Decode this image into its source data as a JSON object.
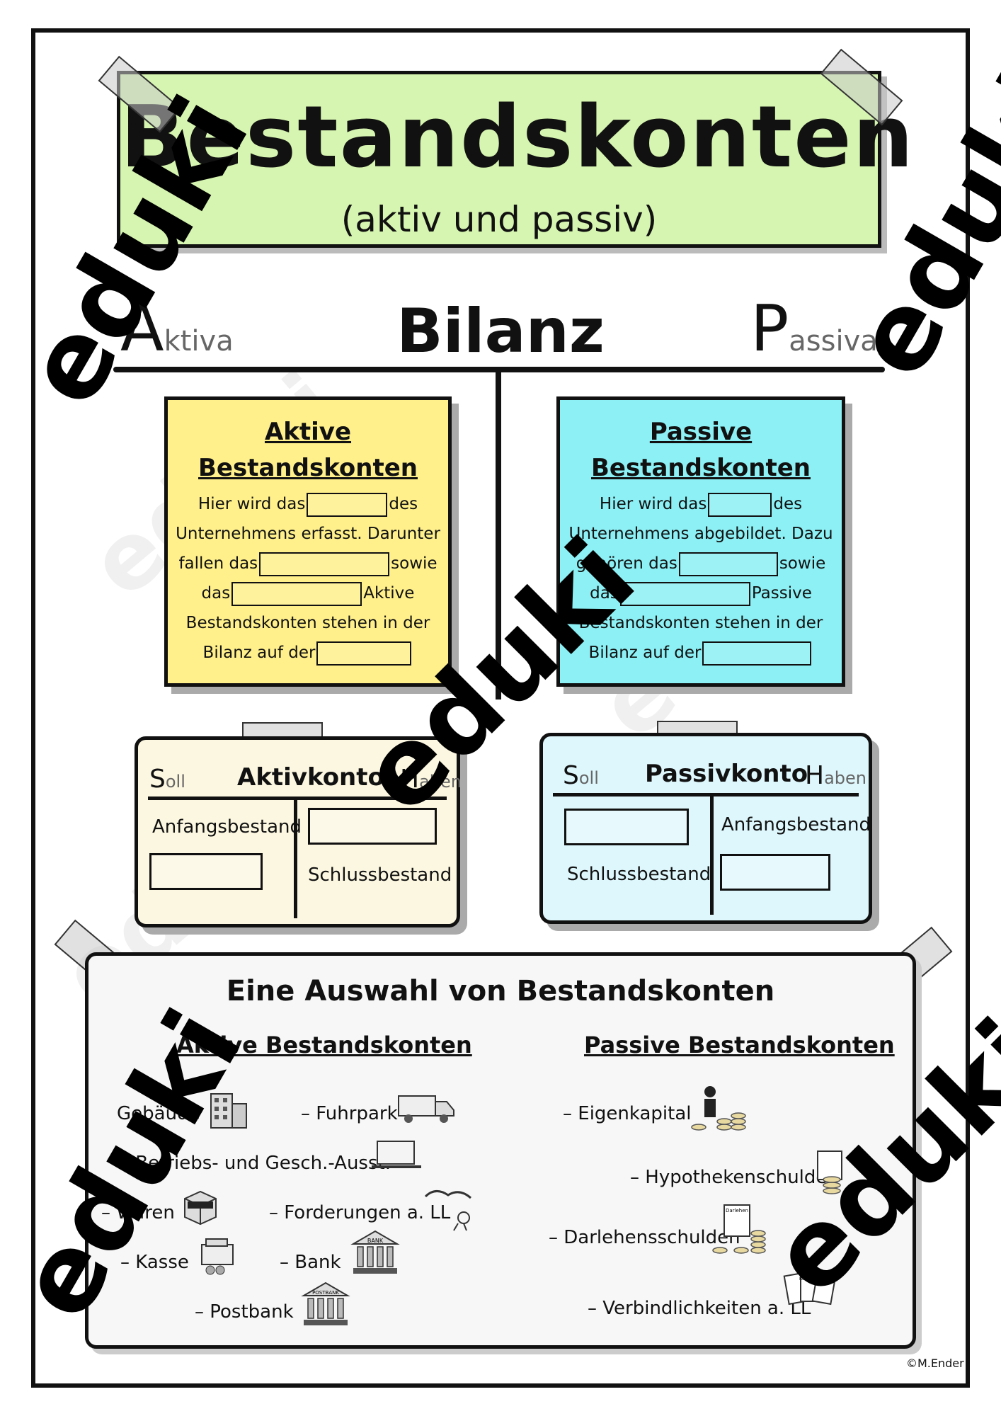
{
  "title": {
    "main": "Bestandskonten",
    "sub": "(aktiv und passiv)"
  },
  "bilanz": {
    "title": "Bilanz",
    "aktiva_big": "A",
    "aktiva_small": "ktiva",
    "passiva_big": "P",
    "passiva_small": "assiva"
  },
  "note_active": {
    "head_line1": "Aktive",
    "head_line2": "Bestandskonten",
    "line1_a": "Hier wird das",
    "line1_b": "des",
    "line2": "Unternehmens erfasst. Darunter",
    "line3_a": "fallen das",
    "line3_b": "sowie",
    "line4_a": "das",
    "line4_b": "Aktive",
    "line5": "Bestandskonten stehen in der",
    "line6": "Bilanz auf der"
  },
  "note_passive": {
    "head_line1": "Passive",
    "head_line2": "Bestandskonten",
    "line1_a": "Hier wird das",
    "line1_b": "des",
    "line2": "Unternehmens abgebildet. Dazu",
    "line3_a": "gehören das",
    "line3_b": "sowie",
    "line4_a": "das",
    "line4_b": "Passive",
    "line5": "Bestandskonten stehen in der",
    "line6": "Bilanz auf der"
  },
  "t_active": {
    "soll_big": "S",
    "soll_small": "oll",
    "title": "Aktivkonto",
    "haben_big": "H",
    "haben_small": "aben",
    "left_label": "Anfangsbestand",
    "right_label": "Schlussbestand"
  },
  "t_passive": {
    "soll_big": "S",
    "soll_small": "oll",
    "title": "Passivkonto",
    "haben_big": "H",
    "haben_small": "aben",
    "left_label": "Schlussbestand",
    "right_label": "Anfangsbestand"
  },
  "selection": {
    "title": "Eine Auswahl von Bestandskonten",
    "active_head": "Aktive Bestandskonten",
    "passive_head": "Passive Bestandskonten",
    "active_items": [
      "Gebäude",
      "– Fuhrpark",
      "– Betriebs- und Gesch.-Ausst.",
      "– Waren",
      "– Forderungen a. LL",
      "– Kasse",
      "– Bank",
      "– Postbank"
    ],
    "passive_items": [
      "– Eigenkapital",
      "– Hypothekenschulden",
      "– Darlehensschulden",
      "– Verbindlichkeiten a. LL"
    ],
    "icon_labels": {
      "bank": "BANK",
      "postbank": "POSTBANK",
      "darlehen": "Darlehen",
      "rechnung": "Rechnung"
    }
  },
  "copyright": "©M.Ender",
  "watermark": "eduki",
  "colors": {
    "title_bg": "#d6f5b0",
    "active_note": "#fff08c",
    "passive_note": "#8cf0f5",
    "active_t": "#fcf7e0",
    "passive_t": "#def7fc"
  }
}
